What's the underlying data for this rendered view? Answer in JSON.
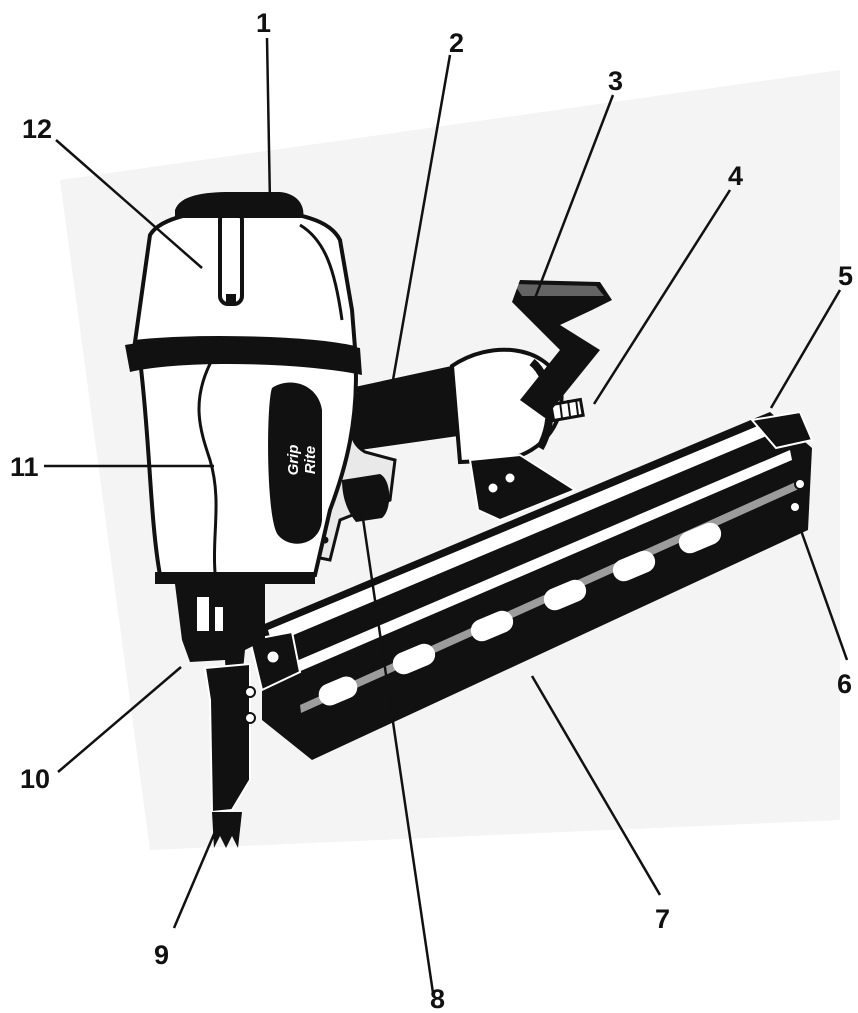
{
  "brand_logo_text": [
    "Grip",
    "Rite"
  ],
  "callouts": [
    "1",
    "2",
    "3",
    "4",
    "5",
    "6",
    "7",
    "8",
    "9",
    "10",
    "11",
    "12"
  ],
  "colors": {
    "ink": "#111111",
    "paper": "#ffffff",
    "shade": "#e9e9e9"
  }
}
